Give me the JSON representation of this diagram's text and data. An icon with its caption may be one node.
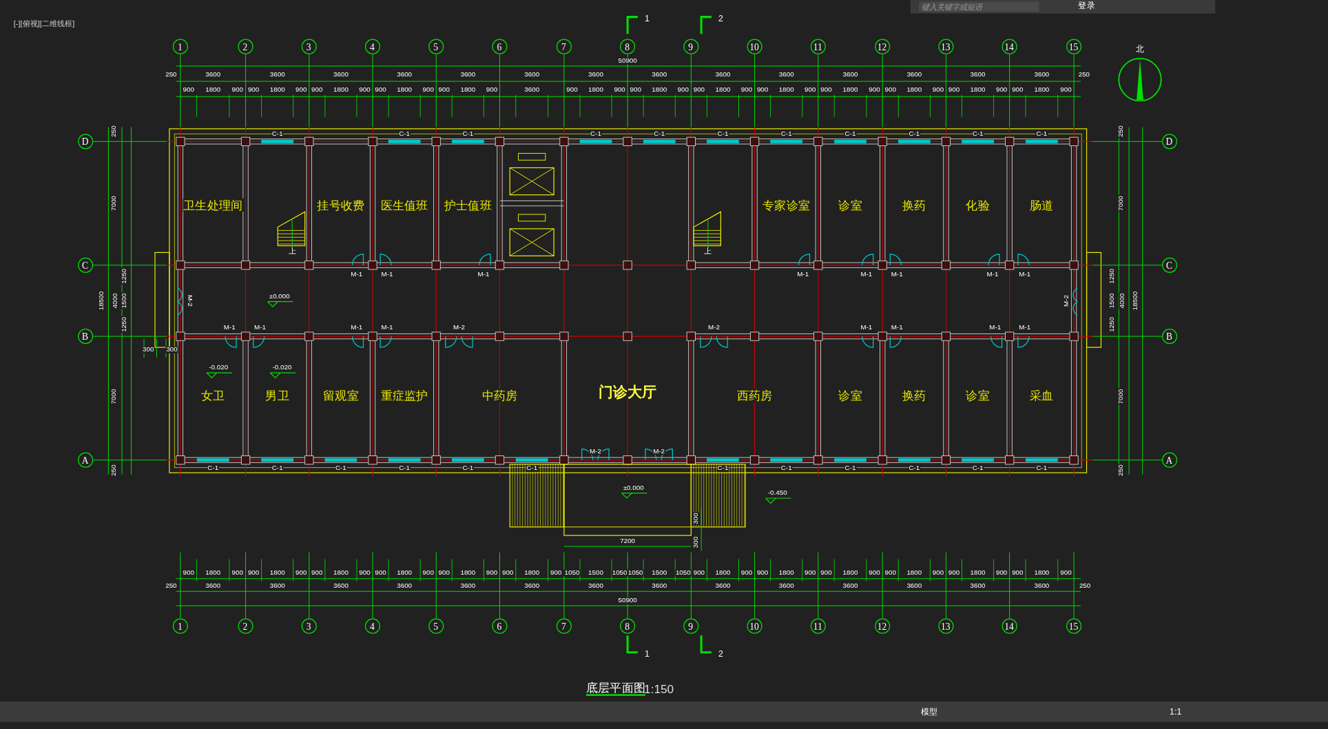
{
  "diagram": {
    "title": "底层平面图",
    "nodes": [
      {
        "text": [
          "1"
        ]
      },
      {
        "text": [
          "2"
        ]
      },
      {
        "text": [
          "3"
        ]
      },
      {
        "text": [
          "4"
        ]
      },
      {
        "text": [
          "5"
        ]
      },
      {
        "text": [
          "6"
        ]
      },
      {
        "text": [
          "7"
        ]
      },
      {
        "text": [
          "8"
        ]
      },
      {
        "text": [
          "9"
        ]
      },
      {
        "text": [
          "10"
        ]
      },
      {
        "text": [
          "11"
        ]
      },
      {
        "text": [
          "12"
        ]
      },
      {
        "text": [
          "13"
        ]
      },
      {
        "text": [
          "14"
        ]
      },
      {
        "text": [
          "15"
        ]
      },
      {
        "text": [
          "D"
        ]
      },
      {
        "text": [
          "D"
        ]
      },
      {
        "text": [
          "卫生处理间"
        ]
      },
      {
        "text": [
          "挂号收费"
        ]
      },
      {
        "text": [
          "医生值班"
        ]
      },
      {
        "text": [
          "护士值班"
        ]
      },
      {
        "text": [
          "专家诊室"
        ]
      },
      {
        "text": [
          "诊室"
        ]
      },
      {
        "text": [
          "换药"
        ]
      },
      {
        "text": [
          "化验"
        ]
      },
      {
        "text": [
          "肠道"
        ]
      },
      {
        "text": [
          "C"
        ]
      },
      {
        "text": [
          "C"
        ]
      },
      {
        "text": [
          "B"
        ]
      },
      {
        "text": [
          "B"
        ]
      },
      {
        "text": [
          "女卫"
        ]
      },
      {
        "text": [
          "男卫"
        ]
      },
      {
        "text": [
          "留观室"
        ]
      },
      {
        "text": [
          "重症监护"
        ]
      },
      {
        "text": [
          "中药房"
        ]
      },
      {
        "text": [
          "门诊大厅"
        ]
      },
      {
        "text": [
          "西药房"
        ]
      },
      {
        "text": [
          "诊室"
        ]
      },
      {
        "text": [
          "换药"
        ]
      },
      {
        "text": [
          "诊室"
        ]
      },
      {
        "text": [
          "采血"
        ]
      },
      {
        "text": [
          "A"
        ]
      },
      {
        "text": [
          "A"
        ]
      },
      {
        "text": [
          "1"
        ]
      },
      {
        "text": [
          "2"
        ]
      },
      {
        "text": [
          "3"
        ]
      },
      {
        "text": [
          "4"
        ]
      },
      {
        "text": [
          "5"
        ]
      },
      {
        "text": [
          "6"
        ]
      },
      {
        "text": [
          "7"
        ]
      },
      {
        "text": [
          "8"
        ]
      },
      {
        "text": [
          "9"
        ]
      },
      {
        "text": [
          "10"
        ]
      },
      {
        "text": [
          "11"
        ]
      },
      {
        "text": [
          "12"
        ]
      },
      {
        "text": [
          "13"
        ]
      },
      {
        "text": [
          "14"
        ]
      },
      {
        "text": [
          "15"
        ]
      }
    ],
    "labels": [
      "[-][俯视][二维线框]",
      "键入关键字或短语",
      "登录",
      "1",
      "2",
      "北",
      "50900",
      "250",
      "3600",
      "3600",
      "3600",
      "3600",
      "3600",
      "3600",
      "3600",
      "3600",
      "3600",
      "3600",
      "3600",
      "3600",
      "3600",
      "3600",
      "250",
      "900",
      "1800",
      "900",
      "900",
      "1800",
      "900",
      "900",
      "1800",
      "900",
      "900",
      "1800",
      "900",
      "900",
      "1800",
      "900",
      "3600",
      "900",
      "1800",
      "900",
      "900",
      "1800",
      "900",
      "900",
      "1800",
      "900",
      "900",
      "1800",
      "900",
      "900",
      "1800",
      "900",
      "900",
      "1800",
      "900",
      "900",
      "1800",
      "900",
      "900",
      "1800",
      "900",
      "250",
      "7000",
      "18500",
      "4000",
      "1250",
      "1500",
      "1250",
      "7000",
      "250",
      "300",
      "300",
      "250",
      "7000",
      "1250",
      "1500",
      "1250",
      "4000",
      "18500",
      "7000",
      "250",
      "C-1",
      "C-1",
      "C-1",
      "C-1",
      "C-1",
      "C-1",
      "C-1",
      "C-1",
      "C-1",
      "C-1",
      "C-1",
      "上",
      "上",
      "M-1",
      "M-1",
      "M-1",
      "M-1",
      "M-1",
      "M-1",
      "M-1",
      "M-1",
      "±0.000",
      "M-2",
      "M-2",
      "M-1",
      "M-1",
      "M-1",
      "M-1",
      "M-2",
      "M-2",
      "M-1",
      "M-1",
      "M-1",
      "M-1",
      "-0.020",
      "-0.020",
      "C-1",
      "C-1",
      "C-1",
      "C-1",
      "C-1",
      "C-1",
      "C-1",
      "C-1",
      "C-1",
      "C-1",
      "C-1",
      "C-1",
      "M-2",
      "M-2",
      "±0.000",
      "-0.450",
      "300",
      "7200",
      "300",
      "900",
      "1800",
      "900",
      "900",
      "1800",
      "900",
      "900",
      "1800",
      "900",
      "900",
      "1800",
      "900",
      "900",
      "1800",
      "900",
      "900",
      "1800",
      "900",
      "1050",
      "1500",
      "1050",
      "1050",
      "1500",
      "1050",
      "900",
      "1800",
      "900",
      "900",
      "1800",
      "900",
      "900",
      "1800",
      "900",
      "900",
      "1800",
      "900",
      "900",
      "1800",
      "900",
      "900",
      "1800",
      "900",
      "250",
      "3600",
      "3600",
      "3600",
      "3600",
      "3600",
      "3600",
      "3600",
      "3600",
      "3600",
      "3600",
      "3600",
      "3600",
      "3600",
      "3600",
      "250",
      "50900",
      "1",
      "2",
      "1:150",
      "模型",
      "1:1"
    ]
  }
}
